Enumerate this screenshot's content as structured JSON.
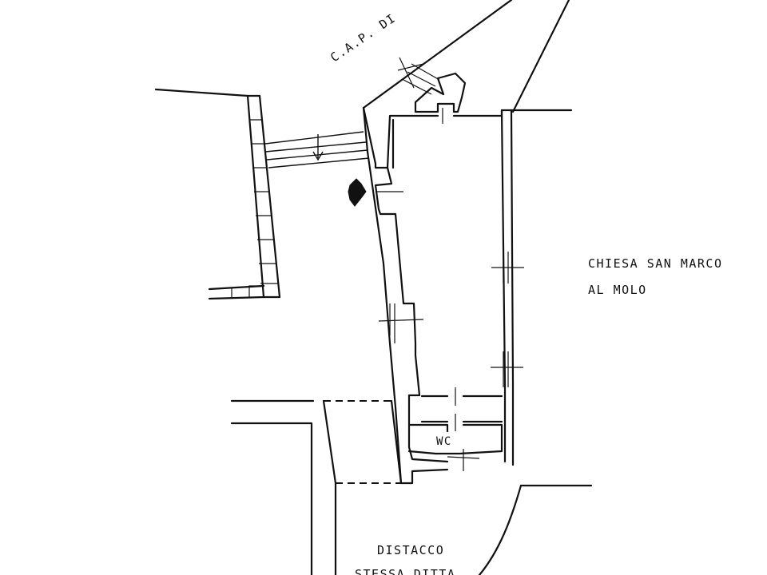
{
  "labels": {
    "street": "C.A.P. DI",
    "church_line1": "CHIESA SAN MARCO",
    "church_line2": "AL MOLO",
    "wc": "WC",
    "distacco_line1": "DISTACCO",
    "distacco_line2": "STESSA DITTA"
  }
}
